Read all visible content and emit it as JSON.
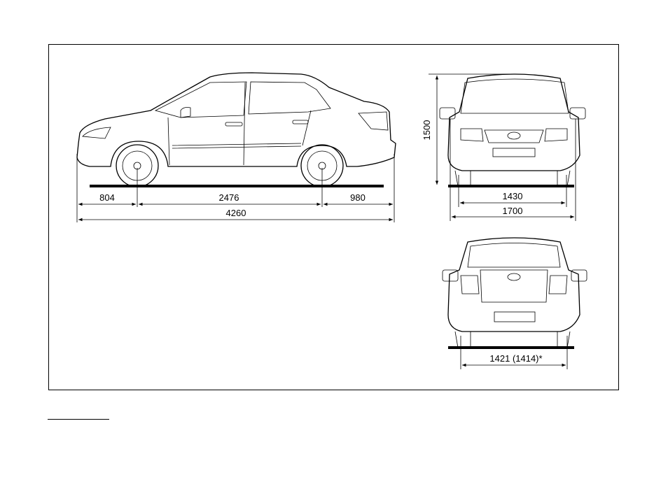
{
  "diagram": {
    "side_view": {
      "front_overhang": "804",
      "wheelbase": "2476",
      "rear_overhang": "980",
      "overall_length": "4260"
    },
    "front_view": {
      "height": "1500",
      "front_track": "1430",
      "overall_width": "1700"
    },
    "rear_view": {
      "rear_track": "1421 (1414)*"
    }
  }
}
